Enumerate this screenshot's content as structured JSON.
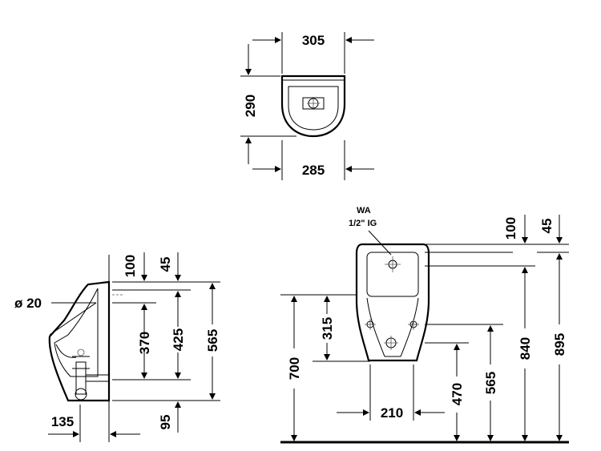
{
  "top_view": {
    "width_top": "305",
    "depth": "290",
    "width_bottom": "285"
  },
  "side_view": {
    "pipe_diameter": "ø 20",
    "dim_100": "100",
    "dim_45": "45",
    "dim_370": "370",
    "dim_425": "425",
    "dim_565": "565",
    "dim_135": "135",
    "dim_95": "95"
  },
  "front_view": {
    "water_inlet_label": "WA",
    "water_inlet_size": "1/2\" IG",
    "dim_100": "100",
    "dim_45": "45",
    "dim_840": "840",
    "dim_895": "895",
    "dim_700": "700",
    "dim_315": "315",
    "dim_470": "470",
    "dim_565": "565",
    "dim_210": "210"
  }
}
